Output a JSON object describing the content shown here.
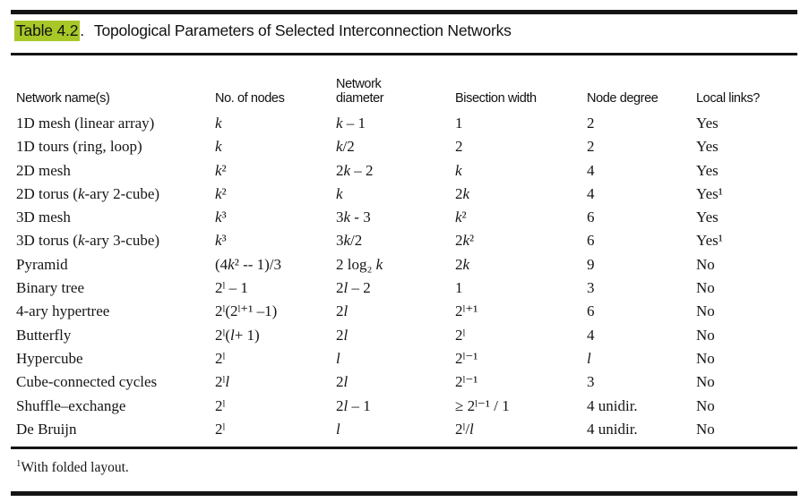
{
  "caption": {
    "label": "Table 4.2",
    "label_suffix": ".",
    "title": "Topological Parameters of Selected Interconnection Networks",
    "highlight_color": "#a8c828"
  },
  "table": {
    "columns": [
      "Network name(s)",
      "No. of nodes",
      "Network\ndiameter",
      "Bisection width",
      "Node degree",
      "Local links?"
    ],
    "rows": [
      {
        "name": "1D mesh (linear array)",
        "nodes": "k",
        "diameter": "k – 1",
        "bisection": "1",
        "degree": "2",
        "local": "Yes"
      },
      {
        "name": "1D tours (ring, loop)",
        "nodes": "k",
        "diameter": "k/2",
        "bisection": "2",
        "degree": "2",
        "local": "Yes"
      },
      {
        "name": "2D mesh",
        "nodes": "k²",
        "diameter": "2k – 2",
        "bisection": "k",
        "degree": "4",
        "local": "Yes"
      },
      {
        "name": "2D torus (k-ary 2-cube)",
        "nodes": "k²",
        "diameter": "k",
        "bisection": "2k",
        "degree": "4",
        "local": "Yes¹"
      },
      {
        "name": "3D mesh",
        "nodes": "k³",
        "diameter": "3k - 3",
        "bisection": "k²",
        "degree": "6",
        "local": "Yes"
      },
      {
        "name": "3D torus (k-ary 3-cube)",
        "nodes": "k³",
        "diameter": "3k/2",
        "bisection": "2k²",
        "degree": "6",
        "local": "Yes¹"
      },
      {
        "name": "Pyramid",
        "nodes": "(4k² -- 1)/3",
        "diameter": "2 log₂ k",
        "bisection": "2k",
        "degree": "9",
        "local": "No"
      },
      {
        "name": "Binary tree",
        "nodes": "2ˡ – 1",
        "diameter": "2l – 2",
        "bisection": "1",
        "degree": "3",
        "local": "No"
      },
      {
        "name": "4-ary hypertree",
        "nodes": "2ˡ(2ˡ⁺¹ –1)",
        "diameter": "2l",
        "bisection": "2ˡ⁺¹",
        "degree": "6",
        "local": "No"
      },
      {
        "name": "Butterfly",
        "nodes": "2ˡ(l+ 1)",
        "diameter": "2l",
        "bisection": "2ˡ",
        "degree": "4",
        "local": "No"
      },
      {
        "name": "Hypercube",
        "nodes": "2ˡ",
        "diameter": "l",
        "bisection": "2ˡ⁻¹",
        "degree": "l",
        "local": "No"
      },
      {
        "name": "Cube-connected cycles",
        "nodes": "2ˡl",
        "diameter": "2l",
        "bisection": "2ˡ⁻¹",
        "degree": "3",
        "local": "No"
      },
      {
        "name": "Shuffle–exchange",
        "nodes": "2ˡ",
        "diameter": "2l – 1",
        "bisection": "≥ 2ˡ⁻¹ / 1",
        "degree": "4 unidir.",
        "local": "No"
      },
      {
        "name": "De Bruijn",
        "nodes": "2ˡ",
        "diameter": "l",
        "bisection": "2ˡ/l",
        "degree": "4 unidir.",
        "local": "No"
      }
    ]
  },
  "footnote": {
    "marker": "1",
    "text": "With folded layout."
  }
}
